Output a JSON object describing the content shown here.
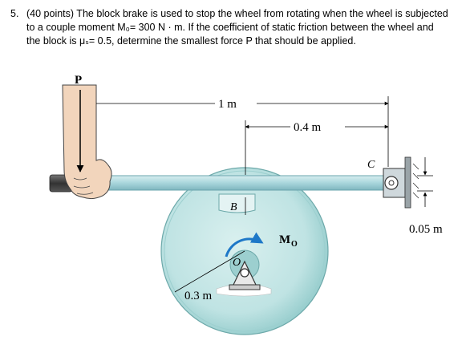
{
  "problem": {
    "number": "5.",
    "lines": [
      "(40 points) The block brake is used to stop the wheel from rotating when the wheel is subjected",
      "to a couple moment M₀= 300 N · m. If the coefficient of static friction between the wheel and",
      "the block is μₛ= 0.5, determine the smallest force P that should be applied."
    ]
  },
  "figure": {
    "labels": {
      "force": "P",
      "length_total": "1 m",
      "length_partial": "0.4 m",
      "pin_c": "C",
      "block_b": "B",
      "moment": "M",
      "moment_sub": "O",
      "center": "O",
      "radius": "0.3 m",
      "offset": "0.05 m"
    },
    "colors": {
      "wheel": "#bfe3e3",
      "wheel_dark": "#8fc9c9",
      "lever": "#a9d6dc",
      "moment_arrow": "#1e78c8",
      "hand": "#f2d5bc"
    }
  }
}
